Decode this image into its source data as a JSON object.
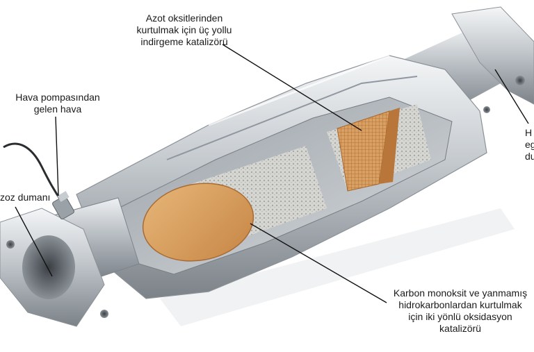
{
  "labels": {
    "azot": "Azot oksitlerinden\nkurtulmak için üç yollu\nindirgeme katalizörü",
    "hava": "Hava pompasından\ngelen hava",
    "egzoz": "zoz dumanı",
    "right_cut": "H\neg\ndu",
    "karbon": "Karbon monoksit ve yanmamış\nhidrokarbonlardan kurtulmak\niçin iki yönlü oksidasyon\nkatalizörü"
  },
  "colors": {
    "background": "#ffffff",
    "metal_light": "#e9ecef",
    "metal_mid": "#b4bac0",
    "metal_dark": "#6f767d",
    "ceramic": "#d8d8d6",
    "catalyst_face": "#d9a463",
    "catalyst_dark": "#b9763a",
    "leader_line": "#111111",
    "label_text": "#1a1a1a"
  }
}
